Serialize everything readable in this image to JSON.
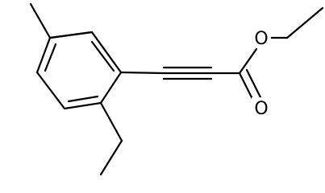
{
  "diagram": {
    "type": "chemical-structure",
    "atom_labels": {
      "ether_oxygen": "O",
      "carbonyl_oxygen": "O"
    },
    "colors": {
      "bond": "#000000",
      "background": "#ffffff",
      "label": "#000000"
    }
  }
}
